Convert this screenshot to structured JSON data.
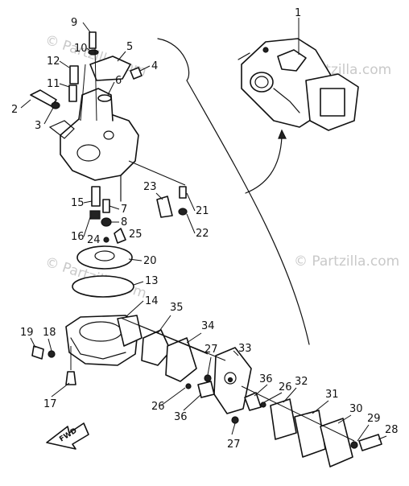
{
  "diagram": {
    "watermark": "© Partzilla.com",
    "direction_label": "FWD",
    "callouts": [
      "1",
      "2",
      "3",
      "4",
      "5",
      "6",
      "7",
      "8",
      "9",
      "10",
      "11",
      "12",
      "13",
      "14",
      "15",
      "16",
      "17",
      "18",
      "19",
      "20",
      "21",
      "22",
      "23",
      "24",
      "25",
      "26",
      "26",
      "27",
      "27",
      "28",
      "29",
      "30",
      "31",
      "32",
      "33",
      "34",
      "35",
      "36",
      "36"
    ]
  }
}
